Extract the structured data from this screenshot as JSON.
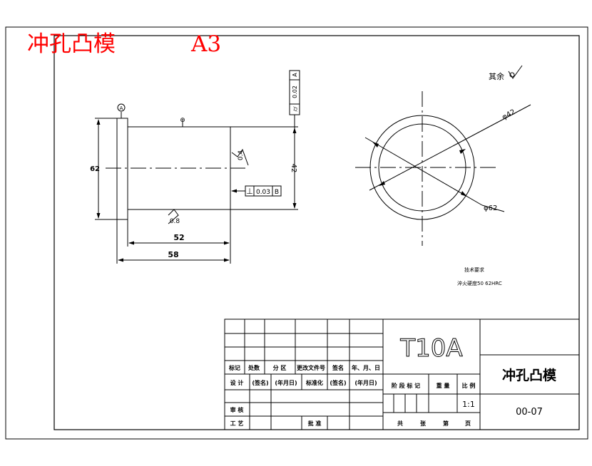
{
  "header": {
    "title": "冲孔凸模",
    "size": "A3"
  },
  "colors": {
    "header_red": "#ff0000",
    "line": "#000000",
    "background": "#ffffff"
  },
  "front_view": {
    "datum_label": "A",
    "center_mark": "⊕",
    "dim_62": "62",
    "dim_42": "42",
    "dim_52": "52",
    "dim_58": "58",
    "roughness_right": "0.4",
    "roughness_bottom": "0.8",
    "tol_frame_right": {
      "symbol": "⌭",
      "value": "0.02",
      "datum": "A"
    },
    "tol_frame_face": {
      "symbol": "⊥",
      "value": "0.03",
      "datum": "B"
    }
  },
  "side_view": {
    "remaining_roughness_label": "其余",
    "dia_42": "φ42",
    "dia_62": "φ62"
  },
  "notes": {
    "heading": "技术要求",
    "line1": "淬火硬度50  62HRC"
  },
  "title_block": {
    "material": "T10A",
    "part_name": "冲孔凸模",
    "drawing_no": "00-07",
    "rev_headers": [
      "标记",
      "处数",
      "分 区",
      "更改文件号",
      "签名",
      "年、月、日"
    ],
    "design": {
      "label": "设 计",
      "sign": "(签名)",
      "date": "(年月日)",
      "std_label": "标准化",
      "std_sign": "(签名)",
      "std_date": "(年月日)"
    },
    "stage_headers": [
      "阶 段 标 记",
      "重 量",
      "比 例"
    ],
    "scale": "1:1",
    "review_label": "审 核",
    "process_label": "工 艺",
    "approve_label": "批 准",
    "sheet_labels": [
      "共",
      "张",
      "第",
      "页"
    ]
  }
}
